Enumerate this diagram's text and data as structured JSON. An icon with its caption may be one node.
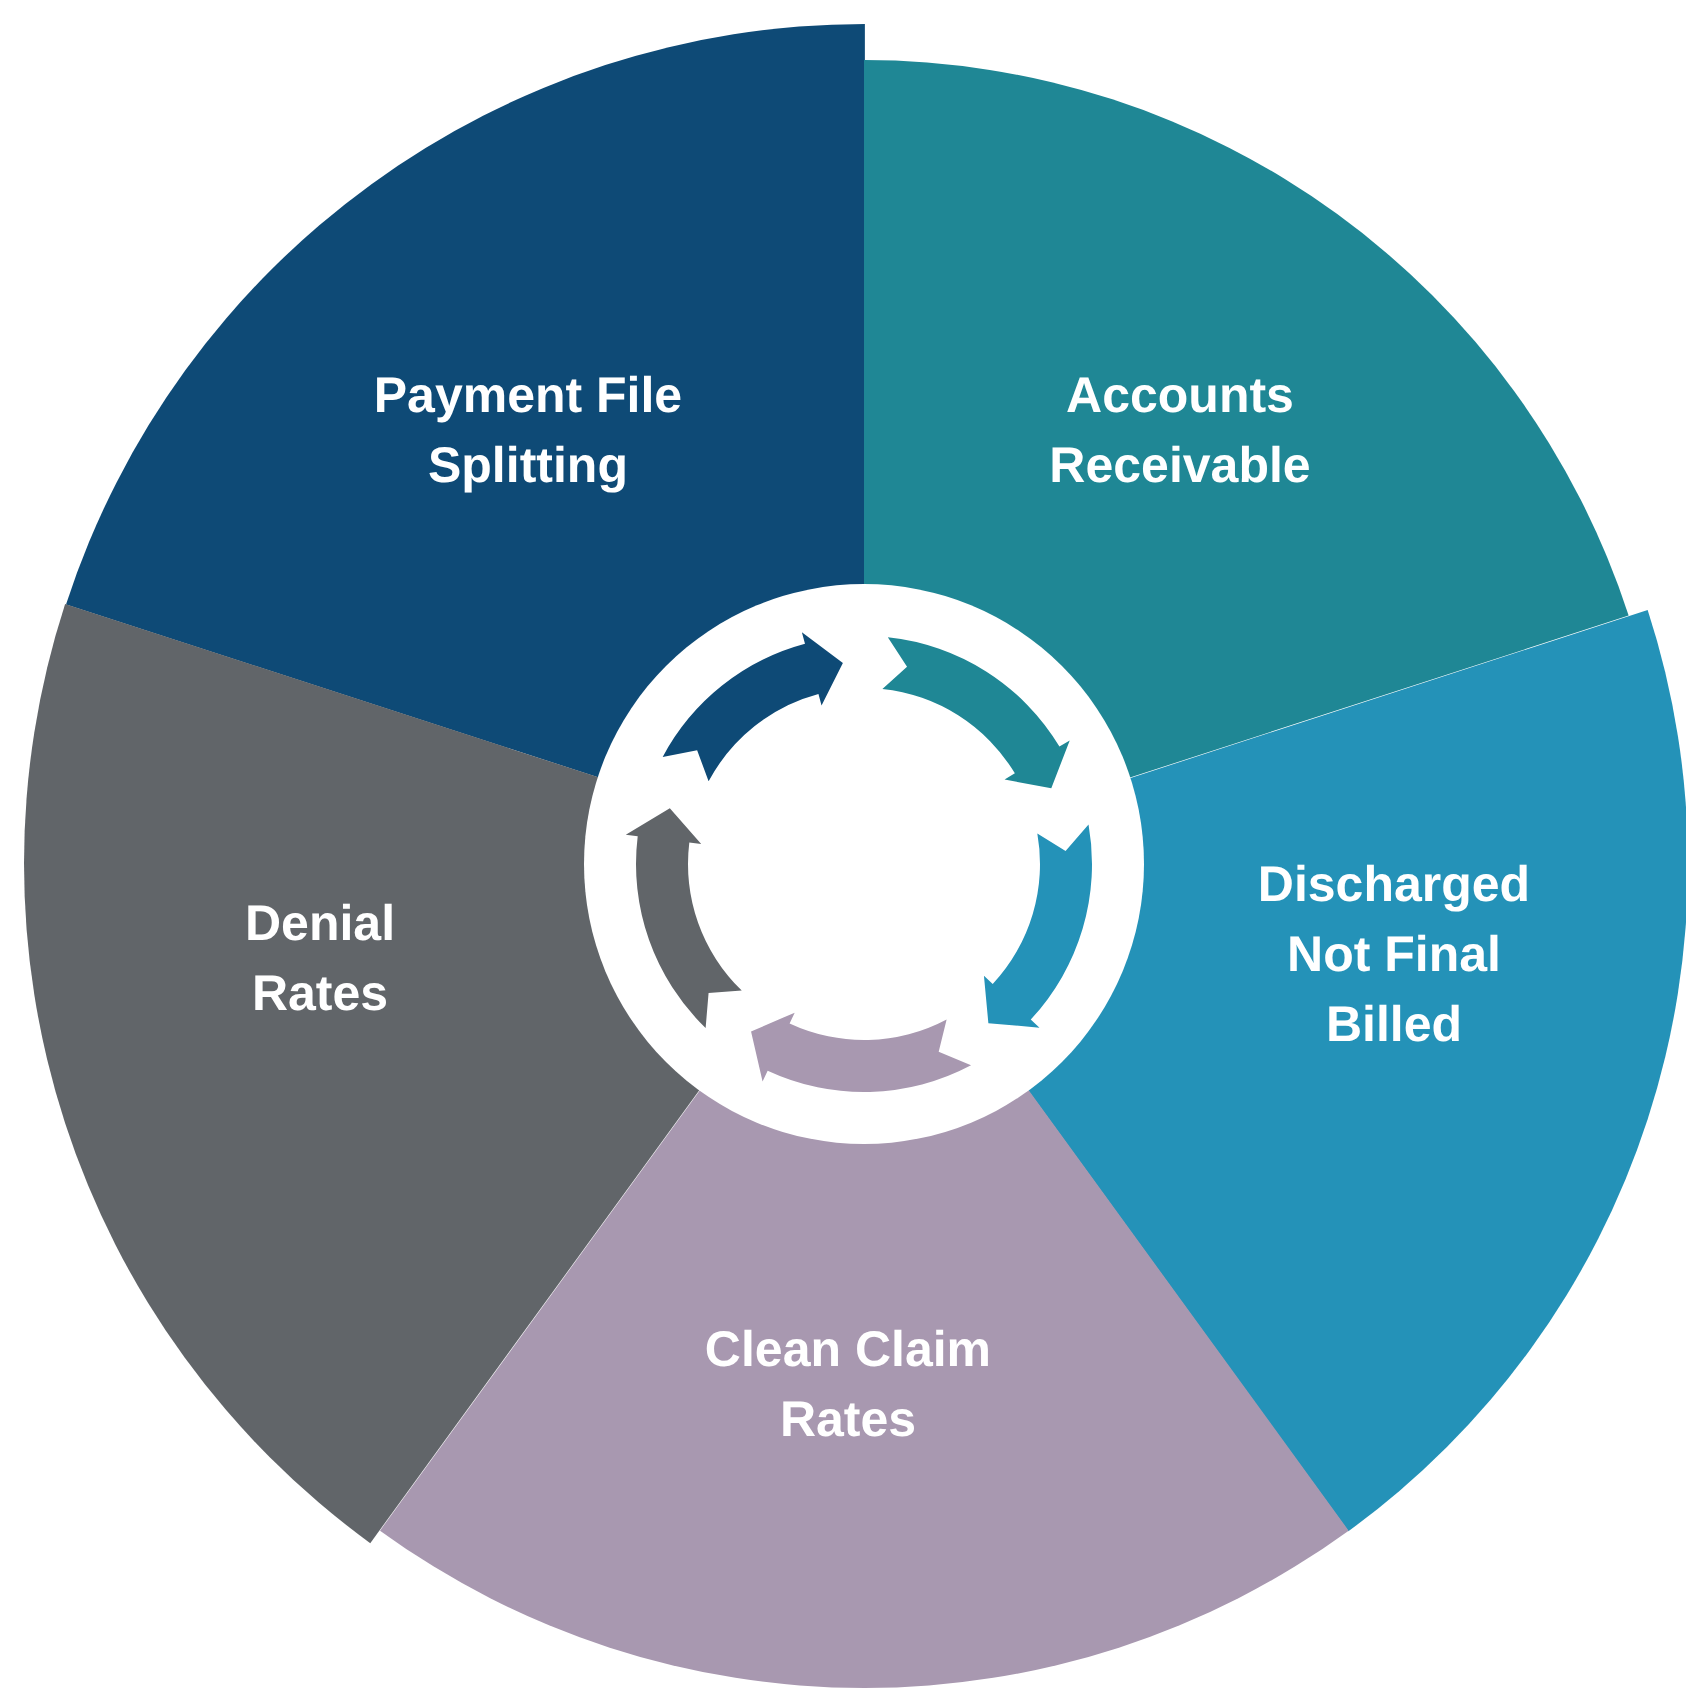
{
  "diagram": {
    "nodes": [
      {
        "text": [
          "Payment File Splitting"
        ]
      },
      {
        "text": [
          "Accounts Receivable"
        ]
      },
      {
        "text": [
          "Discharged Not Final Billed"
        ]
      },
      {
        "text": [
          "Clean Claim Rates"
        ]
      },
      {
        "text": [
          "Denial Rates"
        ]
      }
    ]
  }
}
